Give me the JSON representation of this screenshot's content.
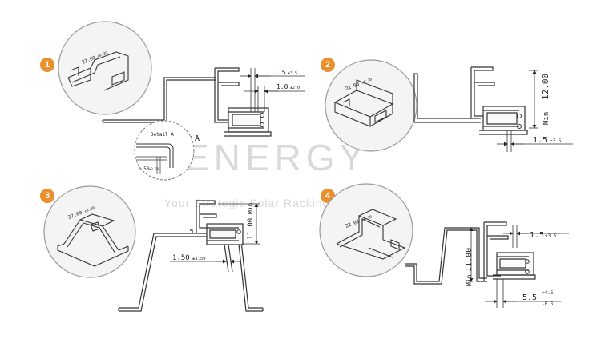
{
  "watermark": {
    "brand": "ENERGY",
    "tagline": "Your Strategic Solar Racking Partner"
  },
  "steps": [
    {
      "badge": "1",
      "detail_dim": "22.00",
      "detail_tol": "±0.30"
    },
    {
      "badge": "2",
      "detail_dim": "22.00",
      "detail_tol": "±0.30"
    },
    {
      "badge": "3",
      "detail_dim": "22.00",
      "detail_tol": "±0.30"
    },
    {
      "badge": "4",
      "detail_dim": "22.00",
      "detail_tol": "±0.30"
    }
  ],
  "panel1": {
    "dim_a": "1.5",
    "dim_a_tol": "±3.5",
    "dim_b": "1.0",
    "dim_b_tol": "±2.0",
    "detail_label": "Detail A",
    "section_marker": "A",
    "detail_dim": "1.50",
    "detail_tol": "±3.50"
  },
  "panel2": {
    "min_label": "Min",
    "min_value": "12.00",
    "dim": "1.5",
    "dim_tol": "±3.5"
  },
  "panel3": {
    "min_label": "Min",
    "min_value": "11.00",
    "dim": "1.50",
    "dim_tol": "±3.50"
  },
  "panel4": {
    "min_label": "Min",
    "min_value": "11.00",
    "dim_top": "1.5",
    "dim_top_tol": "±3.5",
    "dim_bottom": "5.5",
    "dim_bottom_tol_plus": "+4.5",
    "dim_bottom_tol_minus": "-0.5"
  }
}
